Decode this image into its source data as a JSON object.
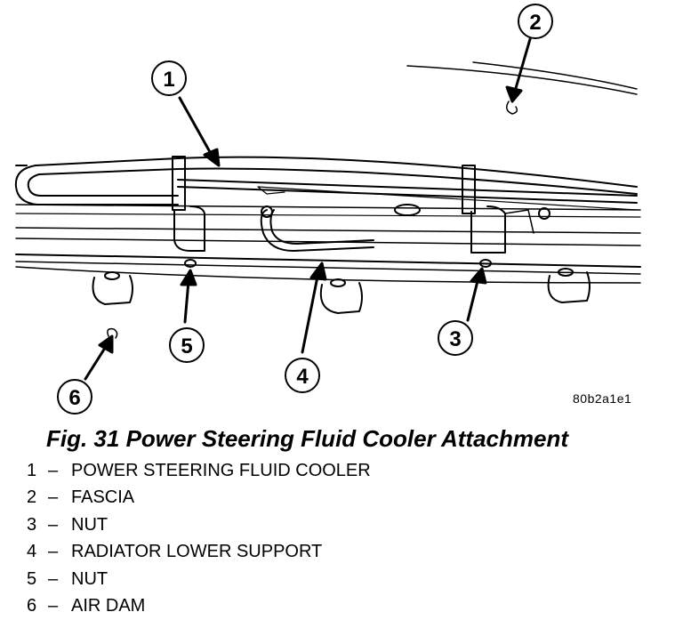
{
  "figure": {
    "image_code": "80b2a1e1",
    "caption": "Fig. 31 Power Steering Fluid Cooler Attachment"
  },
  "callouts": [
    {
      "number": "1"
    },
    {
      "number": "2"
    },
    {
      "number": "3"
    },
    {
      "number": "4"
    },
    {
      "number": "5"
    },
    {
      "number": "6"
    }
  ],
  "legend": [
    {
      "number": "1",
      "label": "POWER STEERING FLUID COOLER"
    },
    {
      "number": "2",
      "label": "FASCIA"
    },
    {
      "number": "3",
      "label": "NUT"
    },
    {
      "number": "4",
      "label": "RADIATOR LOWER SUPPORT"
    },
    {
      "number": "5",
      "label": "NUT"
    },
    {
      "number": "6",
      "label": "AIR DAM"
    }
  ],
  "separator": "–"
}
